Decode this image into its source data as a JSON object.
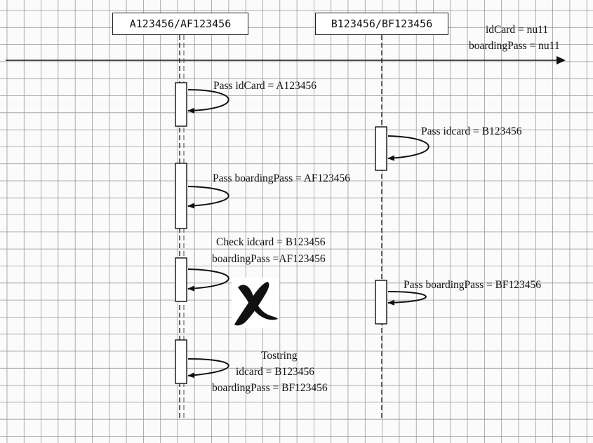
{
  "lifelines": {
    "a_label": "A123456/AF123456",
    "b_label": "B123456/BF123456"
  },
  "initial_state": {
    "id_card": "idCard = nu11",
    "boarding_pass": "boardingPass = nu11"
  },
  "messages": {
    "m1": "Pass idCard = A123456",
    "m2": "Pass idcard = B123456",
    "m3": "Pass boardingPass = AF123456",
    "m4_line1": "Check idcard = B123456",
    "m4_line2": "boardingPass =AF123456",
    "m5": "Pass boardingPass = BF123456",
    "m6_line1": "Tostring",
    "m6_line2": "idcard = B123456",
    "m6_line3": "boardingPass = BF123456"
  },
  "colors": {
    "grid": "#9a9a9a",
    "ink": "#111111"
  },
  "icons": {
    "fail_mark": "x-mark-icon"
  }
}
